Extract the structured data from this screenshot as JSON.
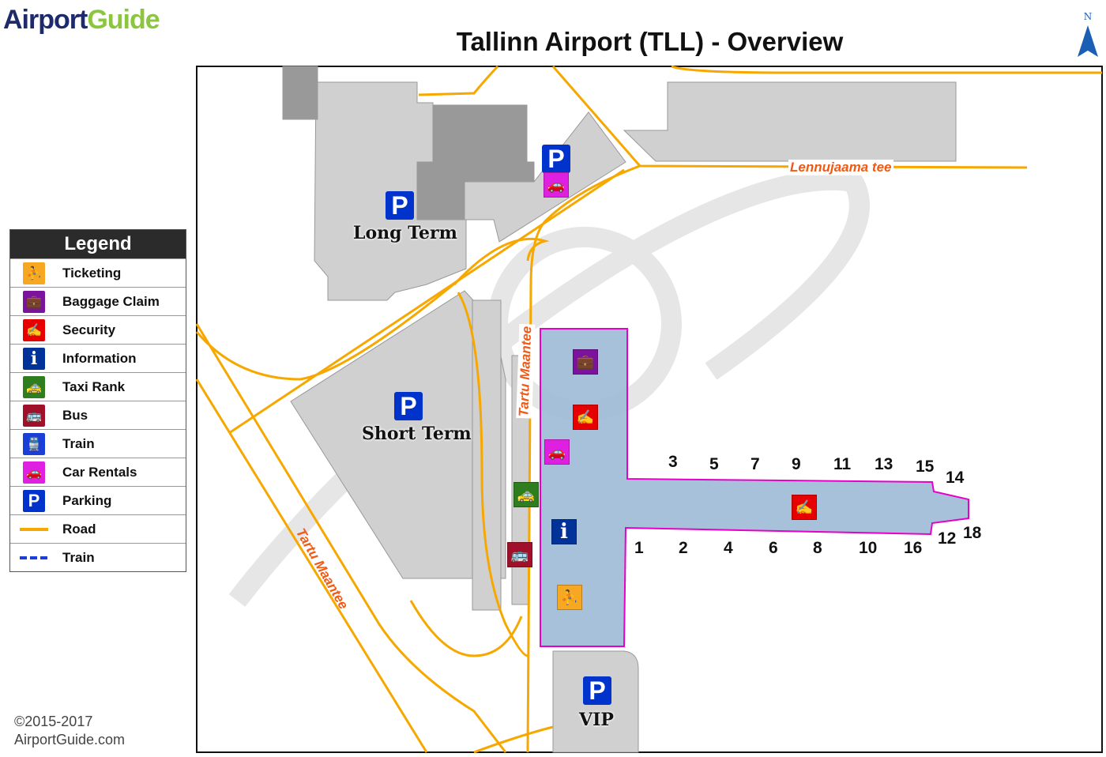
{
  "logo": {
    "part1": "Airport",
    "part2": "Guide"
  },
  "title": "Tallinn Airport (TLL) - Overview",
  "north": "N",
  "legend": {
    "title": "Legend",
    "items": [
      {
        "label": "Ticketing",
        "color": "#f7a823",
        "glyph": "⛹"
      },
      {
        "label": "Baggage Claim",
        "color": "#7b139c",
        "glyph": "💼"
      },
      {
        "label": "Security",
        "color": "#e60000",
        "glyph": "✍"
      },
      {
        "label": "Information",
        "color": "#003399",
        "glyph": "i"
      },
      {
        "label": "Taxi Rank",
        "color": "#2e7d1f",
        "glyph": "🚕"
      },
      {
        "label": "Bus",
        "color": "#a0102a",
        "glyph": "🚌"
      },
      {
        "label": "Train",
        "color": "#1a3fd6",
        "glyph": "🚆"
      },
      {
        "label": "Car Rentals",
        "color": "#e020e0",
        "glyph": "🚗"
      },
      {
        "label": "Parking",
        "color": "#0033cc",
        "glyph": "P"
      },
      {
        "label": "Road",
        "color": "#f7a800"
      },
      {
        "label": "Train",
        "color": "#1a3fd6"
      }
    ]
  },
  "map": {
    "parking": [
      {
        "label": "Long Term",
        "sign": "P"
      },
      {
        "label": "Short Term",
        "sign": "P"
      },
      {
        "label": "VIP",
        "sign": "P"
      },
      {
        "sign": "P"
      }
    ],
    "roads": [
      "Lennujaama tee",
      "Tartu Maantee",
      "Tartu Maantee"
    ],
    "gates_north": [
      "3",
      "5",
      "7",
      "9",
      "11",
      "13",
      "15",
      "14"
    ],
    "gates_south": [
      "1",
      "2",
      "4",
      "6",
      "8",
      "10",
      "16",
      "12",
      "18"
    ]
  },
  "copyright": {
    "line1": "©2015-2017",
    "line2": "AirportGuide.com"
  }
}
